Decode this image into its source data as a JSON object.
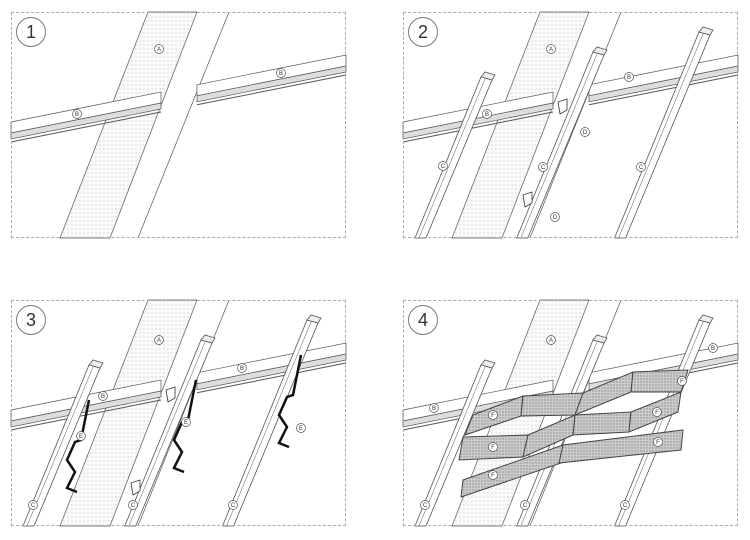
{
  "panels": [
    {
      "number": "1",
      "labels": [
        "A",
        "B",
        "B"
      ]
    },
    {
      "number": "2",
      "labels": [
        "A",
        "B",
        "B",
        "C",
        "C",
        "C",
        "D",
        "D"
      ]
    },
    {
      "number": "3",
      "labels": [
        "A",
        "B",
        "B",
        "C",
        "C",
        "C",
        "E",
        "E",
        "E"
      ]
    },
    {
      "number": "4",
      "labels": [
        "A",
        "B",
        "B",
        "C",
        "C",
        "C",
        "F",
        "F",
        "F",
        "F",
        "F",
        "F"
      ]
    }
  ],
  "colors": {
    "line": "#555555",
    "frame": "#aaaaaa",
    "bracket": "#111111"
  }
}
